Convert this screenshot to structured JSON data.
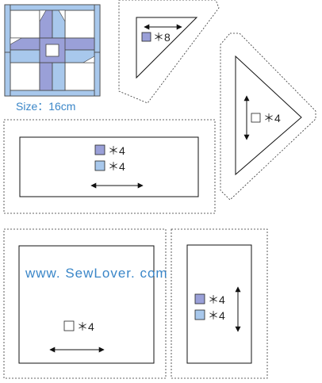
{
  "colors": {
    "dark_fabric": "#9aa0d8",
    "light_fabric": "#a8c8ec",
    "white_fabric": "#ffffff",
    "outline": "#111111",
    "seam": "#555555",
    "watermark": "#3a86c8"
  },
  "block": {
    "size_label": "Size：16cm"
  },
  "pieces": {
    "small_triangle": {
      "swatch": "dark",
      "count_label": "＊8"
    },
    "large_triangle": {
      "swatch": "white",
      "count_label": "＊4"
    },
    "long_rectangle": {
      "items": [
        {
          "swatch": "dark",
          "count_label": "＊4"
        },
        {
          "swatch": "light",
          "count_label": "＊4"
        }
      ]
    },
    "square": {
      "swatch": "white",
      "count_label": "＊4"
    },
    "tall_rectangle": {
      "items": [
        {
          "swatch": "dark",
          "count_label": "＊4"
        },
        {
          "swatch": "light",
          "count_label": "＊4"
        }
      ]
    }
  },
  "watermark": {
    "text": "www. SewLover. com"
  }
}
